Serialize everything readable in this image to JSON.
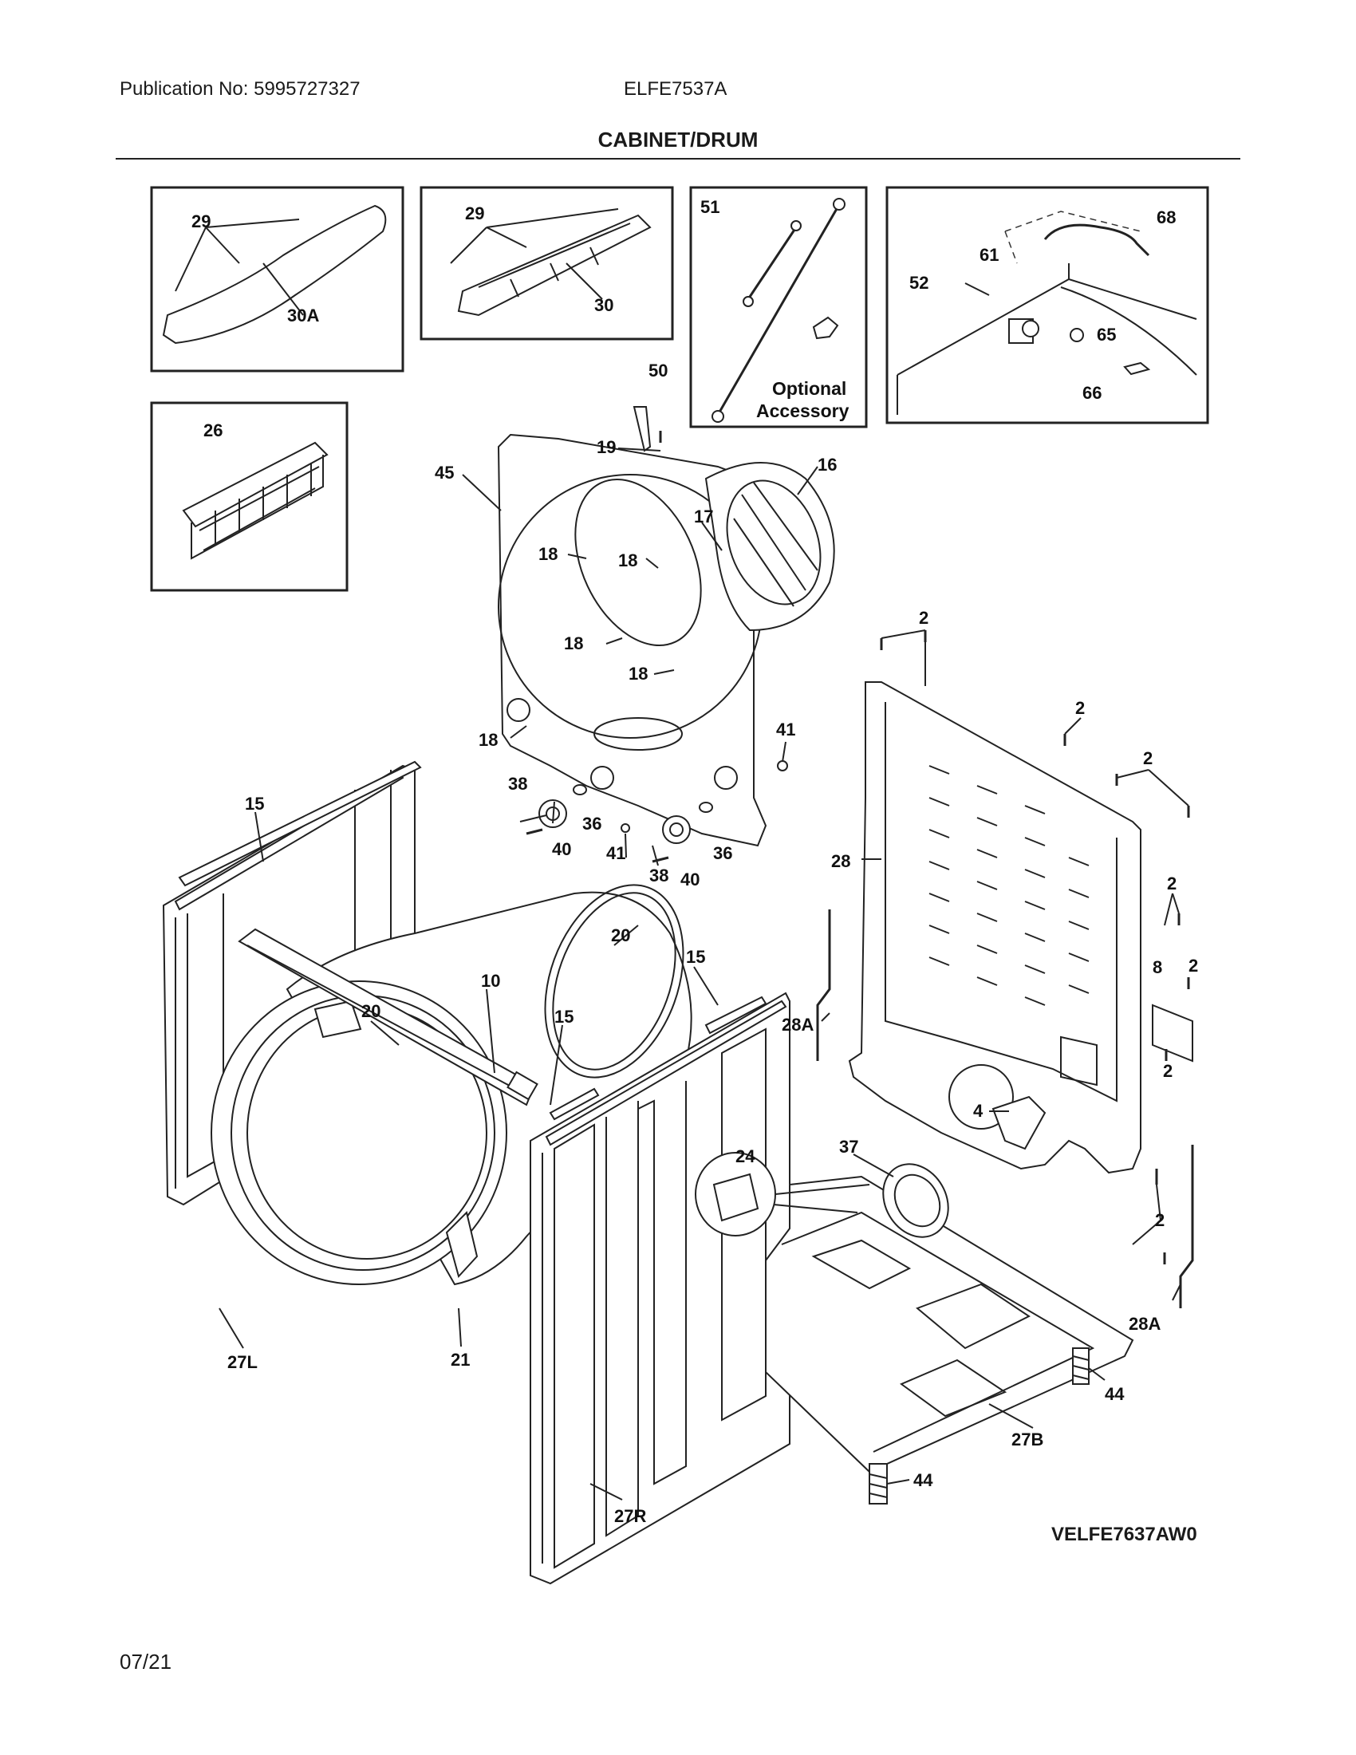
{
  "header": {
    "publication": "Publication No: 5995727327",
    "model": "ELFE7537A",
    "title": "CABINET/DRUM"
  },
  "insets": {
    "optional_line1": "Optional",
    "optional_line2": "Accessory"
  },
  "callouts": {
    "c29a": "29",
    "c30a": "30A",
    "c29b": "29",
    "c30": "30",
    "c51": "51",
    "c68": "68",
    "c61": "61",
    "c52": "52",
    "c65": "65",
    "c66": "66",
    "c26": "26",
    "c50": "50",
    "c19": "19",
    "c45": "45",
    "c16": "16",
    "c17": "17",
    "c18a": "18",
    "c18b": "18",
    "c18c": "18",
    "c18d": "18",
    "c18e": "18",
    "c41a": "41",
    "c38a": "38",
    "c36a": "36",
    "c40a": "40",
    "c41b": "41",
    "c38b": "38",
    "c40b": "40",
    "c36b": "36",
    "c2a": "2",
    "c2b": "2",
    "c2c": "2",
    "c2d": "2",
    "c2e": "2",
    "c2f": "2",
    "c2g": "2",
    "c8": "8",
    "c28": "28",
    "c28a1": "28A",
    "c28a2": "28A",
    "c4": "4",
    "c15a": "15",
    "c15b": "15",
    "c15c": "15",
    "c20a": "20",
    "c20b": "20",
    "c10": "10",
    "c24": "24",
    "c37": "37",
    "c27l": "27L",
    "c21": "21",
    "c27r": "27R",
    "c27b": "27B",
    "c44a": "44",
    "c44b": "44"
  },
  "footer": {
    "diagram_code": "VELFE7637AW0",
    "date": "07/21"
  }
}
